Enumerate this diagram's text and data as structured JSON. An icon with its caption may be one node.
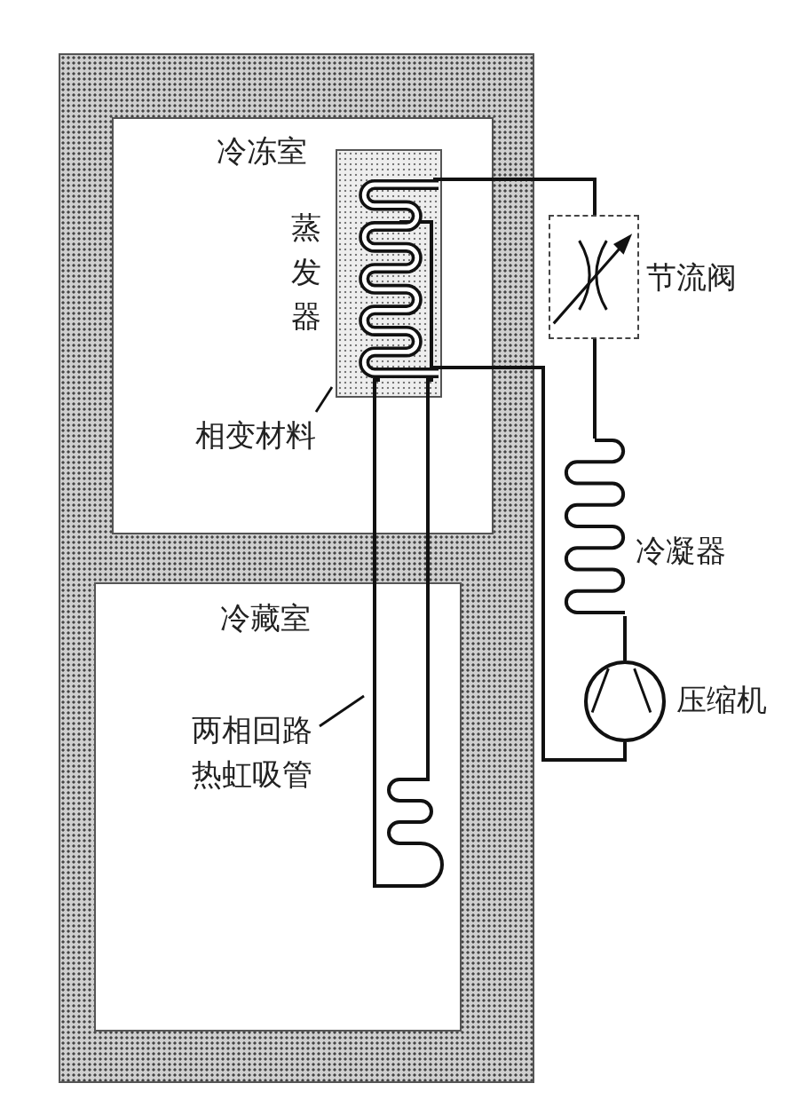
{
  "diagram": {
    "nodes": [
      {
        "text": [],
        "shape": "box"
      },
      {
        "text": [
          "冷冻室"
        ],
        "in": 0
      },
      {
        "text": [],
        "shape": "box",
        "in": 1
      },
      {
        "text": [],
        "shape": "coil",
        "beside": [
          "蒸发器"
        ],
        "in": 2
      },
      {
        "text": [
          "相变材料"
        ],
        "in": 1
      },
      {
        "text": [],
        "shape": "box",
        "beside": [
          "节流阀"
        ]
      },
      {
        "text": [],
        "shape": "coil",
        "beside": [
          "冷凝器"
        ]
      },
      {
        "text": [],
        "shape": "circle",
        "beside": [
          "压缩机"
        ]
      },
      {
        "text": [
          "冷藏室"
        ],
        "in": 0
      },
      {
        "text": [],
        "shape": "coil",
        "in": 0
      },
      {
        "text": [
          "两相回路热虹吸管"
        ],
        "in": 8
      }
    ],
    "edges": [
      {
        "from": 3,
        "to": 5,
        "arrow": "none"
      },
      {
        "from": 5,
        "to": 6,
        "arrow": "none"
      },
      {
        "from": 6,
        "to": 7,
        "arrow": "none"
      },
      {
        "from": 7,
        "to": 3,
        "arrow": "none"
      },
      {
        "from": 4,
        "to": 2,
        "arrow": "none"
      },
      {
        "from": 10,
        "to": 9,
        "arrow": "none"
      }
    ]
  }
}
